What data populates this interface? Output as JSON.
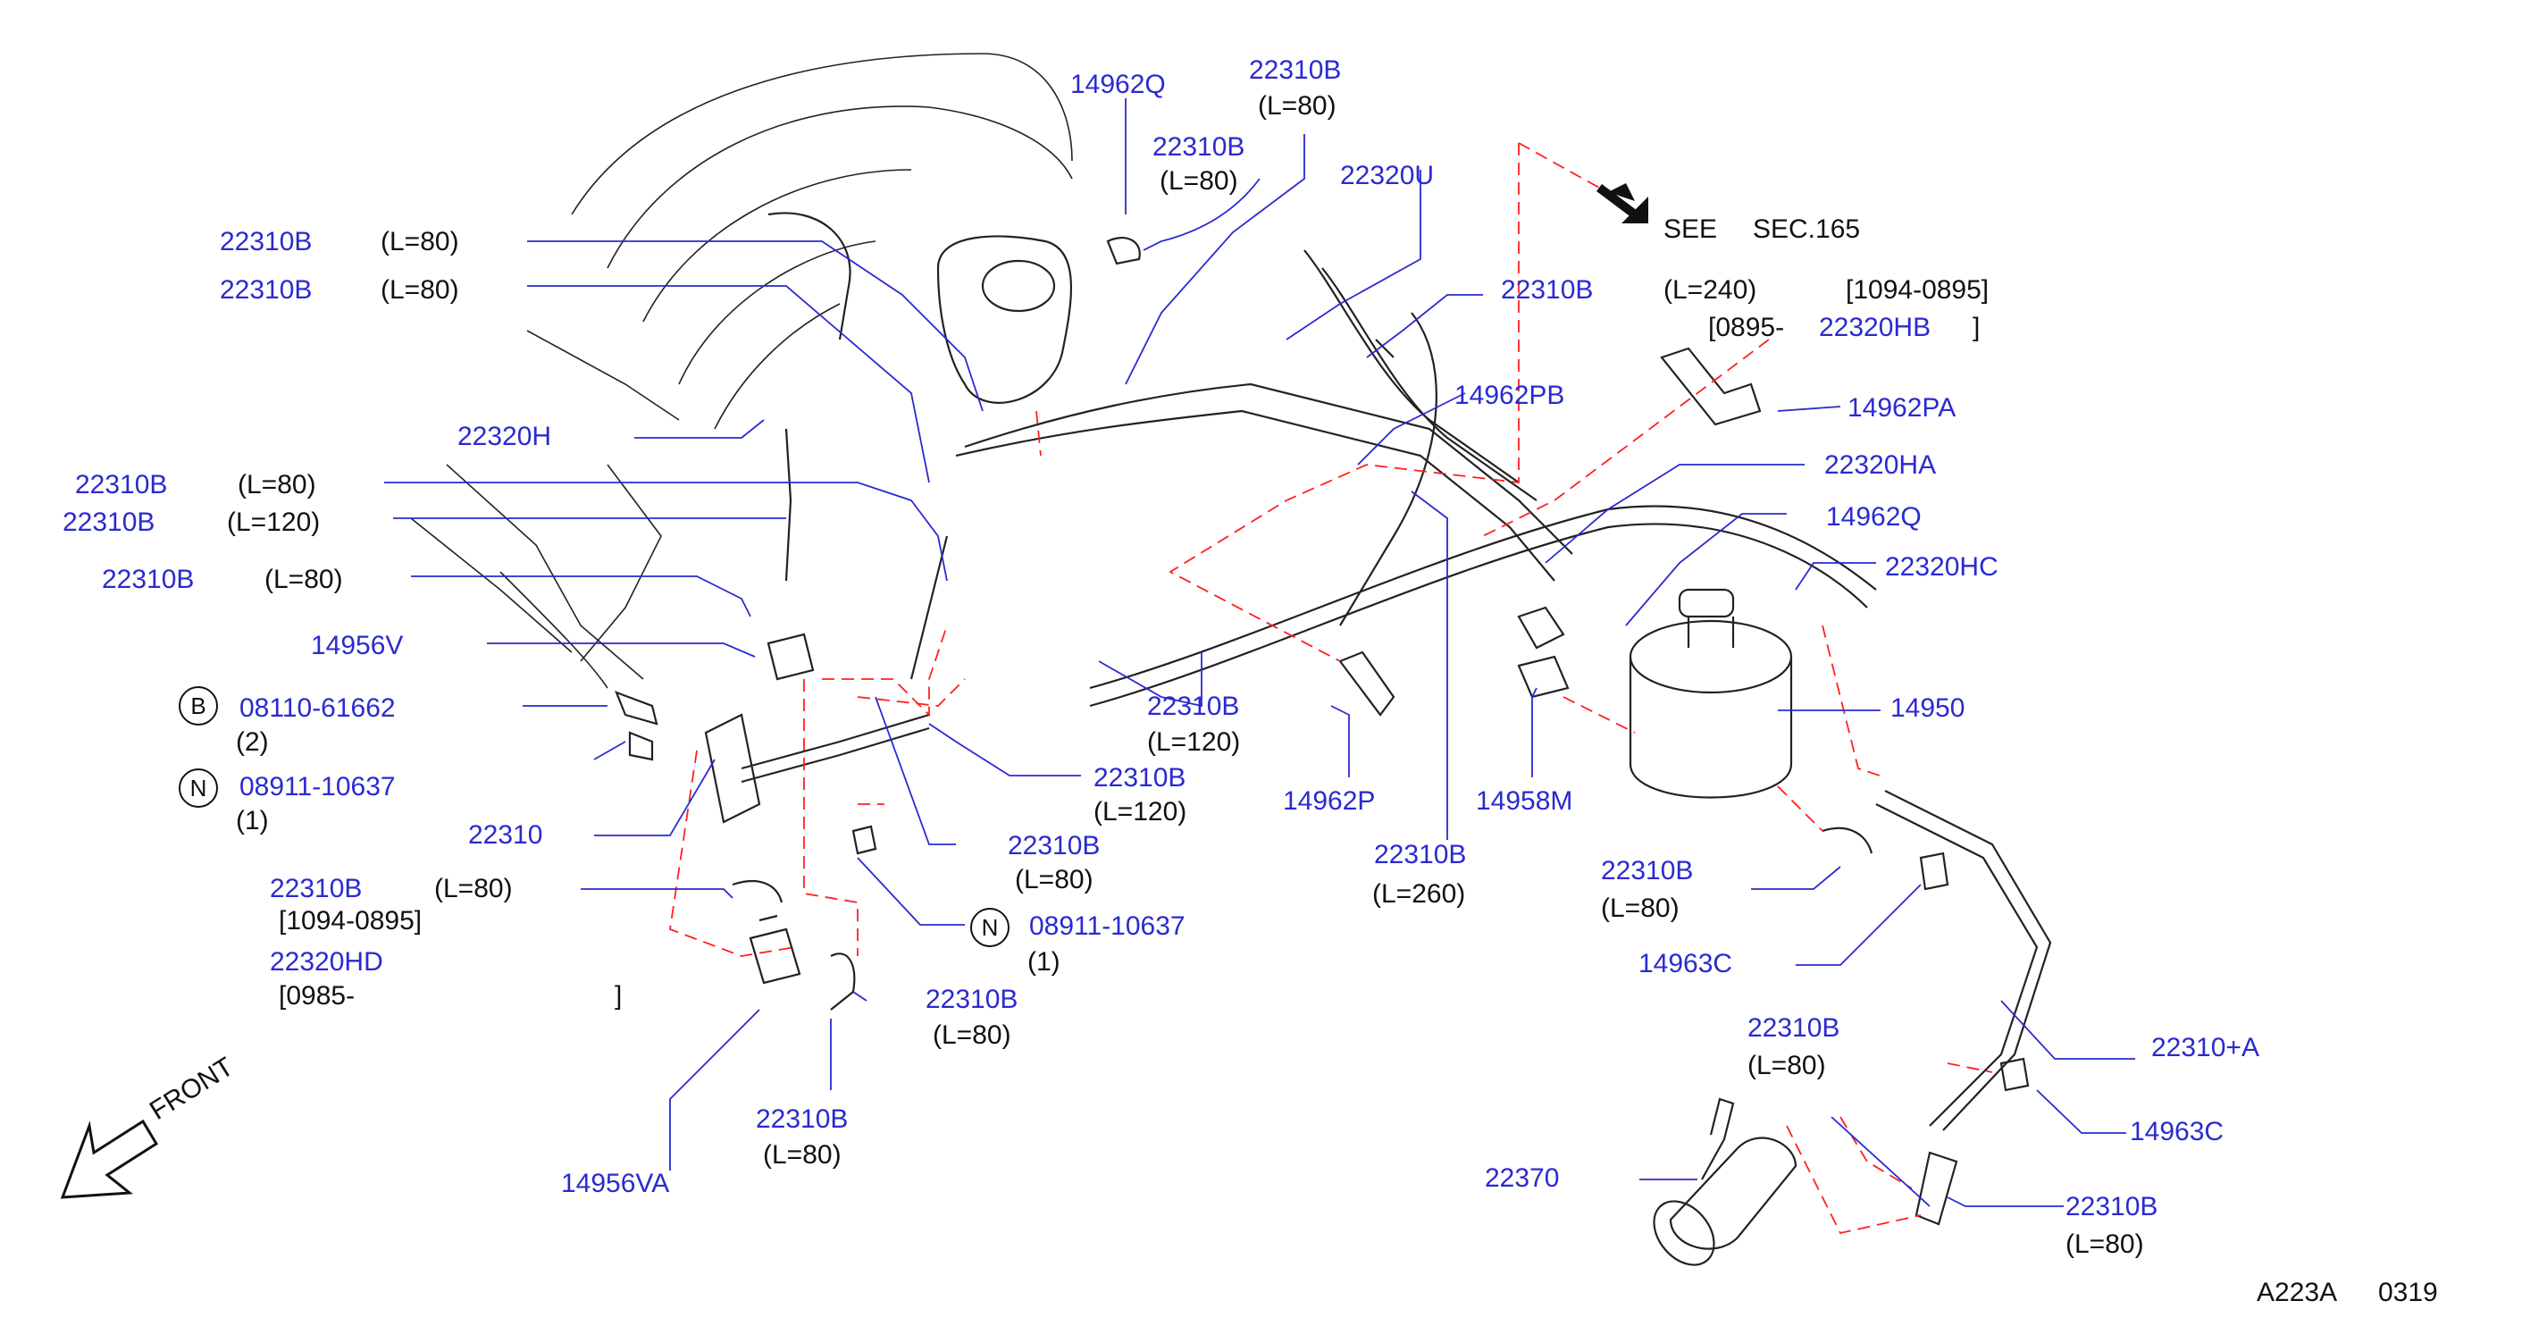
{
  "colors": {
    "part_number": "#2a2ad0",
    "phantom_line": "#ff2020",
    "ink": "#111111"
  },
  "icons": [
    "front-arrow-icon",
    "see-section-arrow-icon"
  ],
  "labels": {
    "l01": "14962Q",
    "l02": "22310B",
    "l03": "(L=80)",
    "l04": "22310B",
    "l05": "(L=80)",
    "l06": "22320U",
    "l07": "SEE",
    "l08": "SEC.165",
    "l09": "22310B",
    "l10": "(L=80)",
    "l11": "22310B",
    "l12": "(L=80)",
    "l13": "22310B",
    "l14": "(L=240)",
    "l15": "[1094-0895]",
    "l16": "[0895-",
    "l17": "22320HB",
    "l18": "]",
    "l19": "14962PB",
    "l20": "14962PA",
    "l21": "22320H",
    "l22": "22310B",
    "l23": "(L=80)",
    "l24": "22310B",
    "l25": "(L=120)",
    "l26": "22310B",
    "l27": "(L=80)",
    "l28": "22320HA",
    "l29": "14962Q",
    "l30": "22320HC",
    "l31": "14956V",
    "l32": "08110-61662",
    "l33": "(2)",
    "l34": "08911-10637",
    "l35": "(1)",
    "l36": "22310B",
    "l37": "(L=120)",
    "l38": "22310B",
    "l39": "(L=120)",
    "l40": "14950",
    "l41": "14962P",
    "l42": "14958M",
    "l43": "22310",
    "l44": "22310B",
    "l45": "(L=80)",
    "l46": "22310B",
    "l47": "(L=260)",
    "l48": "22310B",
    "l49": "(L=80)",
    "l50": "22310B",
    "l51": "(L=80)",
    "l52": "[1094-0895]",
    "l53": "22320HD",
    "l54": "[0985-",
    "l55": "]",
    "l56": "08911-10637",
    "l57": "(1)",
    "l58": "14963C",
    "l59": "22310B",
    "l60": "(L=80)",
    "l61": "22310+A",
    "l62": "22310B",
    "l63": "(L=80)",
    "l64": "14963C",
    "l65": "FRONT",
    "l66": "22310B",
    "l67": "(L=80)",
    "l68": "14956VA",
    "l69": "22370",
    "l70": "22310B",
    "l71": "(L=80)",
    "l72": "A223A",
    "l73": "0319",
    "b_mark": "B",
    "n_mark1": "N",
    "n_mark2": "N"
  }
}
